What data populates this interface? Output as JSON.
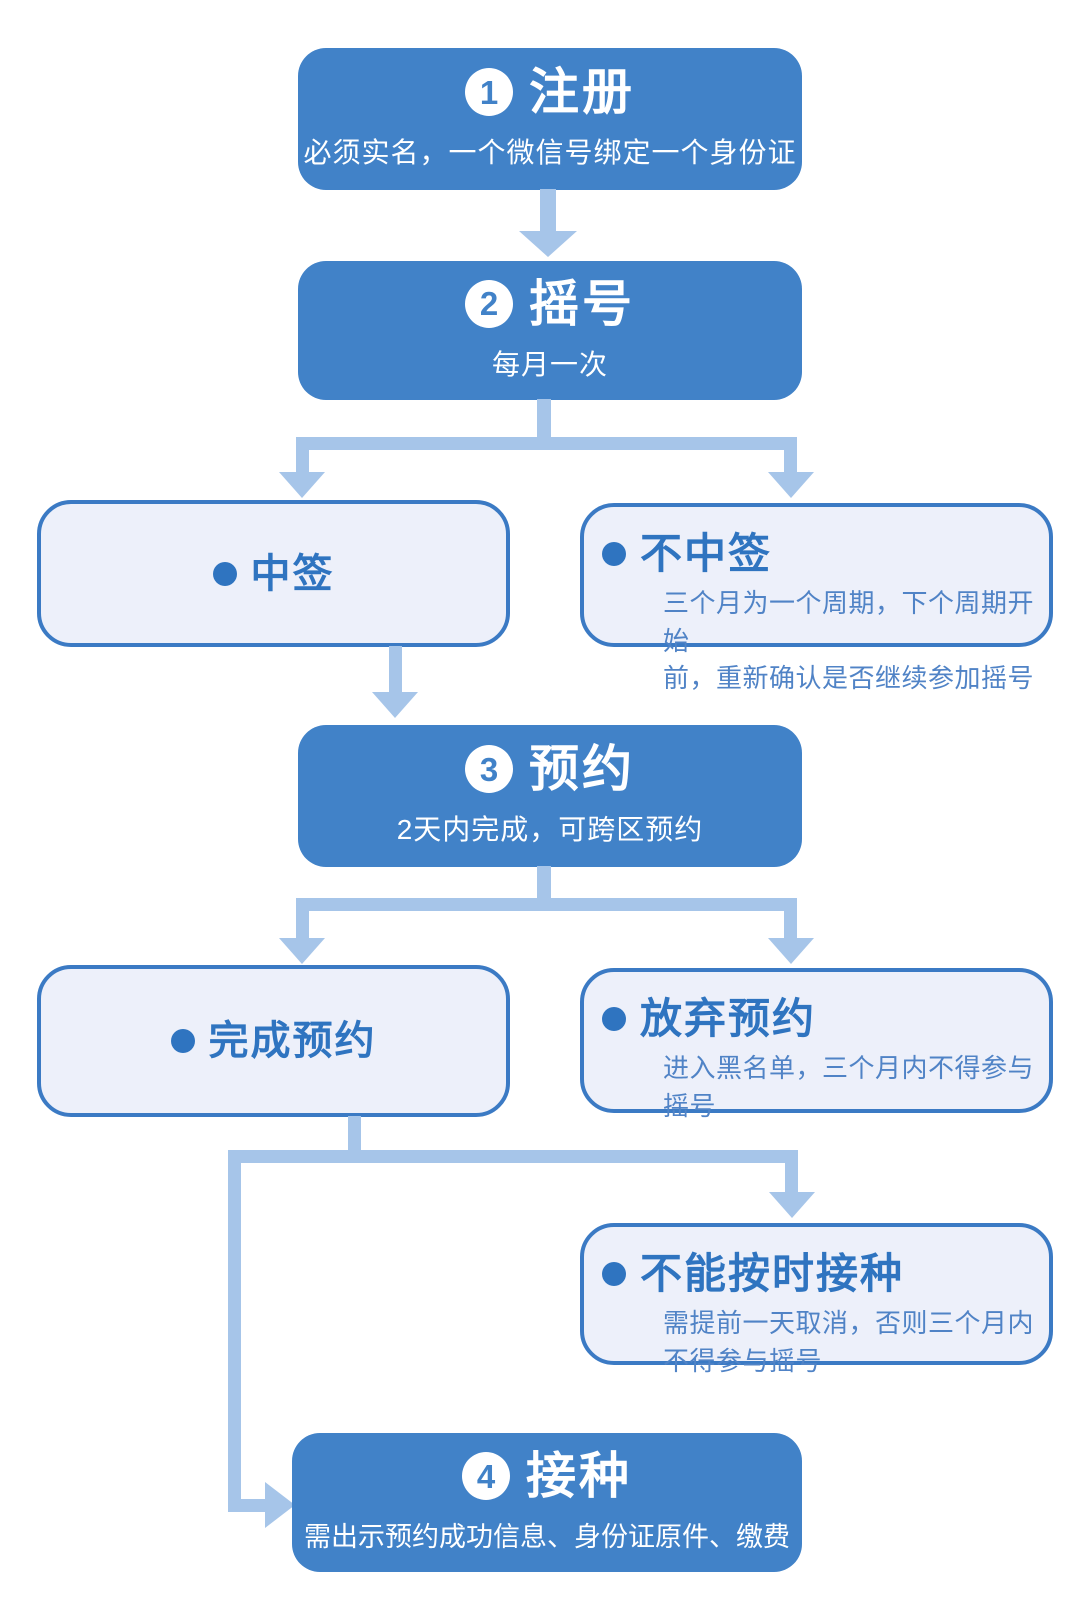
{
  "colors": {
    "page-bg": "#ffffff",
    "box-blue": "#4182c8",
    "box-blue-text": "#ffffff",
    "light-fill": "#edf0fa",
    "light-border": "#3b7ac4",
    "title-blue": "#2f74c0",
    "body-blue": "#5083c6",
    "connector": "#a6c5e9"
  },
  "steps": [
    {
      "number": "1",
      "title": "注册",
      "subtitle": "必须实名，一个微信号绑定一个身份证"
    },
    {
      "number": "2",
      "title": "摇号",
      "subtitle": "每月一次"
    },
    {
      "number": "3",
      "title": "预约",
      "subtitle": "2天内完成，可跨区预约"
    },
    {
      "number": "4",
      "title": "接种",
      "subtitle": "需出示预约成功信息、身份证原件、缴费"
    }
  ],
  "outcomes": {
    "win": {
      "title": "中签"
    },
    "lose": {
      "title": "不中签",
      "body": [
        "三个月为一个周期，下个周期开始",
        "前，重新确认是否继续参加摇号"
      ]
    },
    "complete": {
      "title": "完成预约"
    },
    "abandon": {
      "title": "放弃预约",
      "body": [
        "进入黑名单，三个月内不得参与",
        "摇号"
      ]
    },
    "miss": {
      "title": "不能按时接种",
      "body": [
        "需提前一天取消，否则三个月内",
        "不得参与摇号"
      ]
    }
  }
}
